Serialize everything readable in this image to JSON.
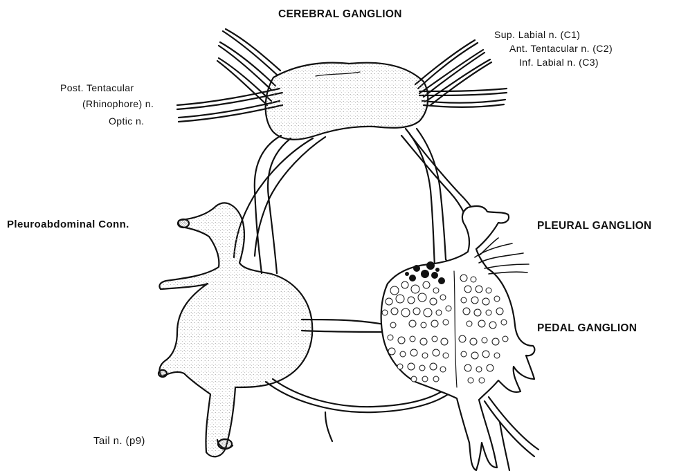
{
  "labels": {
    "cerebral_ganglion": "CEREBRAL GANGLION",
    "sup_labial": "Sup. Labial n. (C1)",
    "ant_tentacular": "Ant. Tentacular n. (C2)",
    "inf_labial": "Inf. Labial n. (C3)",
    "post_tentacular_1": "Post. Tentacular",
    "post_tentacular_2": "(Rhinophore) n.",
    "optic": "Optic n.",
    "pleuroabdominal": "Pleuroabdominal Conn.",
    "pleural_ganglion": "PLEURAL GANGLION",
    "pedal_ganglion": "PEDAL GANGLION",
    "tail": "Tail n. (p9)"
  },
  "colors": {
    "ink": "#111111",
    "stipple": "#9a9a9a",
    "background": "#ffffff"
  }
}
